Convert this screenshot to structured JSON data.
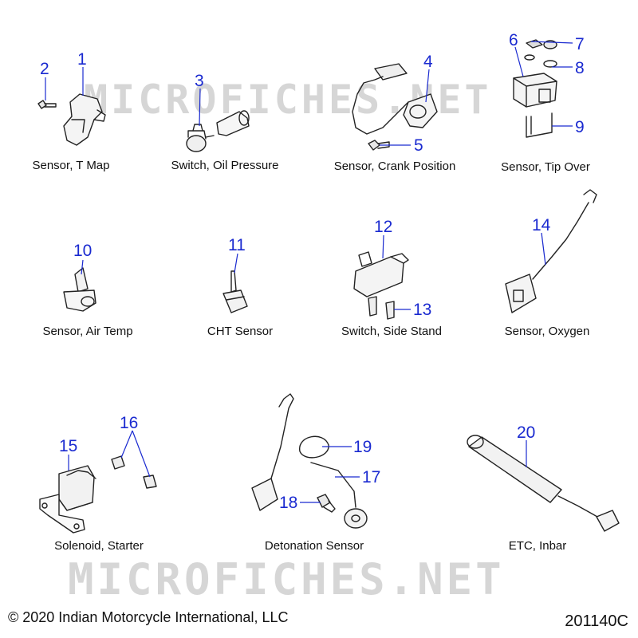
{
  "watermark": "MICROFICHES.NET",
  "copyright": "© 2020 Indian Motorcycle International, LLC",
  "diagram_code": "201140C",
  "callouts": [
    "1",
    "2",
    "3",
    "4",
    "5",
    "6",
    "7",
    "8",
    "9",
    "10",
    "11",
    "12",
    "13",
    "14",
    "15",
    "16",
    "17",
    "18",
    "19",
    "20"
  ],
  "captions": {
    "sensor_t_map": "Sensor, T Map",
    "switch_oil_pressure": "Switch, Oil Pressure",
    "sensor_crank_position": "Sensor, Crank Position",
    "sensor_tip_over": "Sensor, Tip Over",
    "sensor_air_temp": "Sensor, Air Temp",
    "cht_sensor": "CHT Sensor",
    "switch_side_stand": "Switch, Side Stand",
    "sensor_oxygen": "Sensor, Oxygen",
    "solenoid_starter": "Solenoid, Starter",
    "detonation_sensor": "Detonation Sensor",
    "etc_inbar": "ETC, Inbar"
  },
  "colors": {
    "callout": "#1a2ad0",
    "line": "#1a2ad0",
    "drawing": "#222222",
    "watermark": "#d6d6d6"
  }
}
